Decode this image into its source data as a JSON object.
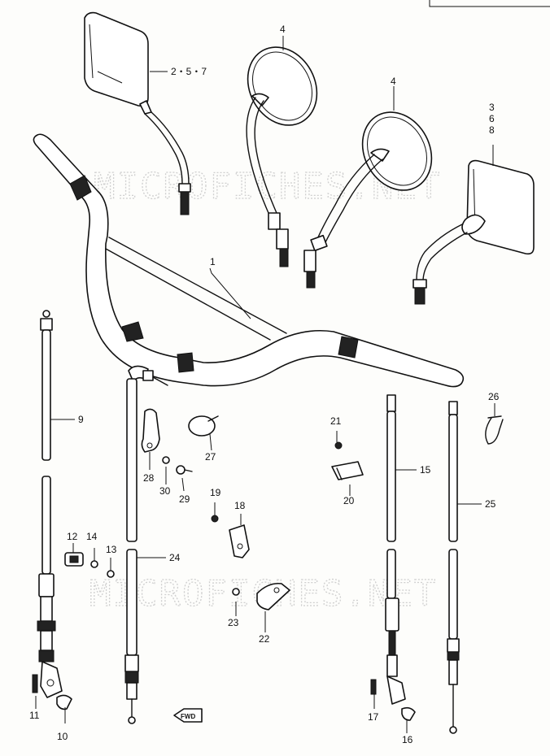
{
  "watermark": "MICROFICHES.NET",
  "forward_mark": "FWD",
  "callouts": {
    "c1": "1",
    "c257": "2・5・7",
    "c368": "3\n6\n8",
    "c4a": "4",
    "c4b": "4",
    "c9": "9",
    "c10": "10",
    "c11": "11",
    "c12": "12",
    "c13": "13",
    "c14": "14",
    "c15": "15",
    "c16": "16",
    "c17": "17",
    "c18": "18",
    "c19": "19",
    "c20": "20",
    "c21": "21",
    "c22": "22",
    "c23": "23",
    "c24": "24",
    "c25": "25",
    "c26": "26",
    "c27": "27",
    "c28": "28",
    "c29": "29",
    "c30": "30"
  }
}
